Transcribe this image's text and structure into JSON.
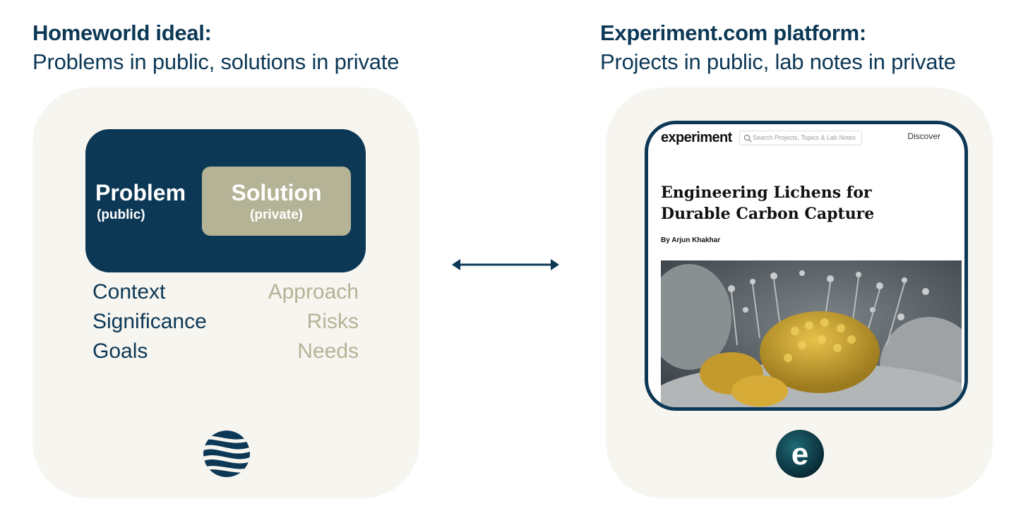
{
  "left": {
    "heading": "Homeworld ideal:",
    "subheading": "Problems in public, solutions in private",
    "problem": {
      "title": "Problem",
      "sub": "(public)"
    },
    "solution": {
      "title": "Solution",
      "sub": "(private)"
    },
    "public_items": [
      "Context",
      "Significance",
      "Goals"
    ],
    "private_items": [
      "Approach",
      "Risks",
      "Needs"
    ],
    "logo_icon": "homeworld-globe-logo"
  },
  "right": {
    "heading": "Experiment.com platform:",
    "subheading": "Projects in public, lab notes in private",
    "site": {
      "logo": "experiment",
      "search_placeholder": "Search Projects, Topics & Lab Notes",
      "nav_discover": "Discover",
      "project_title": "Engineering Lichens for Durable Carbon Capture",
      "byline": "By Arjun Khakhar",
      "hero_image": "lichen-macro-photo"
    },
    "badge": "e"
  },
  "colors": {
    "navy": "#0c3856",
    "olive": "#b5b395",
    "panel_bg": "#f6f5f0"
  }
}
